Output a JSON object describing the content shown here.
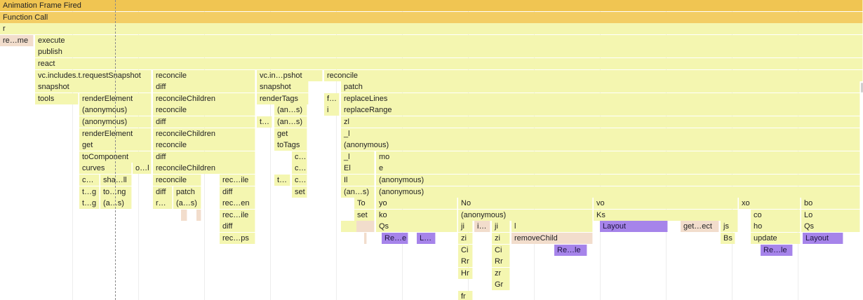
{
  "flame_chart": {
    "cursor_marker": true,
    "rows": [
      [
        {
          "t": "Animation Frame Fired",
          "s": 0,
          "e": 1230,
          "c": "header"
        }
      ],
      [
        {
          "t": "Function Call",
          "s": 0,
          "e": 1230,
          "c": "header2"
        }
      ],
      [
        {
          "t": "r",
          "s": 0,
          "e": 1230,
          "c": "yellow"
        }
      ],
      [
        {
          "t": "re…me",
          "s": 0,
          "e": 48,
          "c": "pink"
        },
        {
          "t": "execute",
          "s": 50,
          "e": 1230,
          "c": "yellow"
        }
      ],
      [
        {
          "t": "publish",
          "s": 50,
          "e": 1230,
          "c": "yellow"
        }
      ],
      [
        {
          "t": "react",
          "s": 50,
          "e": 1230,
          "c": "yellow"
        }
      ],
      [
        {
          "t": "vc.includes.t.requestSnapshot",
          "s": 50,
          "e": 216,
          "c": "yellow"
        },
        {
          "t": "reconcile",
          "s": 218,
          "e": 364,
          "c": "yellow"
        },
        {
          "t": "vc.in…pshot",
          "s": 366,
          "e": 460,
          "c": "yellow"
        },
        {
          "t": "reconcile",
          "s": 462,
          "e": 1230,
          "c": "yellow"
        }
      ],
      [
        {
          "t": "snapshot",
          "s": 50,
          "e": 216,
          "c": "yellow"
        },
        {
          "t": "diff",
          "s": 218,
          "e": 364,
          "c": "yellow"
        },
        {
          "t": "snapshot",
          "s": 366,
          "e": 440,
          "c": "yellow"
        },
        {
          "t": "patch",
          "s": 486,
          "e": 1226,
          "c": "yellow"
        }
      ],
      [
        {
          "t": "tools",
          "s": 50,
          "e": 112,
          "c": "yellow"
        },
        {
          "t": "renderElement",
          "s": 113,
          "e": 216,
          "c": "yellow"
        },
        {
          "t": "reconcileChildren",
          "s": 218,
          "e": 364,
          "c": "yellow"
        },
        {
          "t": "renderTags",
          "s": 366,
          "e": 440,
          "c": "yellow"
        },
        {
          "t": "f…",
          "s": 462,
          "e": 484,
          "c": "yellow"
        },
        {
          "t": "replaceLines",
          "s": 486,
          "e": 1226,
          "c": "yellow"
        }
      ],
      [
        {
          "t": "(anonymous)",
          "s": 113,
          "e": 216,
          "c": "yellow"
        },
        {
          "t": "reconcile",
          "s": 218,
          "e": 364,
          "c": "yellow"
        },
        {
          "t": "(an…s)",
          "s": 391,
          "e": 438,
          "c": "yellow"
        },
        {
          "t": "i",
          "s": 462,
          "e": 484,
          "c": "yellow"
        },
        {
          "t": "replaceRange",
          "s": 486,
          "e": 1226,
          "c": "yellow"
        }
      ],
      [
        {
          "t": "(anonymous)",
          "s": 113,
          "e": 216,
          "c": "yellow"
        },
        {
          "t": "diff",
          "s": 218,
          "e": 364,
          "c": "yellow"
        },
        {
          "t": "t…",
          "s": 366,
          "e": 388,
          "c": "yellow"
        },
        {
          "t": "(an…s)",
          "s": 391,
          "e": 438,
          "c": "yellow"
        },
        {
          "t": "zl",
          "s": 486,
          "e": 1226,
          "c": "yellow"
        }
      ],
      [
        {
          "t": "renderElement",
          "s": 113,
          "e": 216,
          "c": "yellow"
        },
        {
          "t": "reconcileChildren",
          "s": 218,
          "e": 364,
          "c": "yellow"
        },
        {
          "t": "get",
          "s": 391,
          "e": 438,
          "c": "yellow"
        },
        {
          "t": "_l",
          "s": 486,
          "e": 1226,
          "c": "yellow"
        }
      ],
      [
        {
          "t": "get",
          "s": 113,
          "e": 216,
          "c": "yellow"
        },
        {
          "t": "reconcile",
          "s": 218,
          "e": 364,
          "c": "yellow"
        },
        {
          "t": "toTags",
          "s": 391,
          "e": 438,
          "c": "yellow"
        },
        {
          "t": "(anonymous)",
          "s": 486,
          "e": 1226,
          "c": "yellow"
        }
      ],
      [
        {
          "t": "toComponent",
          "s": 113,
          "e": 216,
          "c": "yellow"
        },
        {
          "t": "diff",
          "s": 218,
          "e": 364,
          "c": "yellow"
        },
        {
          "t": "c…",
          "s": 416,
          "e": 438,
          "c": "yellow"
        },
        {
          "t": "_l",
          "s": 486,
          "e": 534,
          "c": "yellow"
        },
        {
          "t": "mo",
          "s": 536,
          "e": 1226,
          "c": "yellow"
        }
      ],
      [
        {
          "t": "curves",
          "s": 113,
          "e": 188,
          "c": "yellow"
        },
        {
          "t": "o…l",
          "s": 189,
          "e": 216,
          "c": "yellow"
        },
        {
          "t": "reconcileChildren",
          "s": 218,
          "e": 364,
          "c": "yellow"
        },
        {
          "t": "c…",
          "s": 416,
          "e": 438,
          "c": "yellow"
        },
        {
          "t": "El",
          "s": 486,
          "e": 534,
          "c": "yellow"
        },
        {
          "t": "e",
          "s": 536,
          "e": 1226,
          "c": "yellow"
        }
      ],
      [
        {
          "t": "c…",
          "s": 113,
          "e": 142,
          "c": "yellow"
        },
        {
          "t": "sha…ll",
          "s": 143,
          "e": 188,
          "c": "yellow"
        },
        {
          "t": "reconcile",
          "s": 218,
          "e": 287,
          "c": "yellow"
        },
        {
          "t": "rec…ile",
          "s": 313,
          "e": 364,
          "c": "yellow"
        },
        {
          "t": "t…",
          "s": 391,
          "e": 414,
          "c": "yellow"
        },
        {
          "t": "c…",
          "s": 416,
          "e": 438,
          "c": "yellow"
        },
        {
          "t": "Il",
          "s": 486,
          "e": 534,
          "c": "yellow"
        },
        {
          "t": "(anonymous)",
          "s": 536,
          "e": 1226,
          "c": "yellow"
        }
      ],
      [
        {
          "t": "t…g",
          "s": 113,
          "e": 142,
          "c": "yellow"
        },
        {
          "t": "to…ng",
          "s": 143,
          "e": 188,
          "c": "yellow"
        },
        {
          "t": "diff",
          "s": 218,
          "e": 246,
          "c": "yellow"
        },
        {
          "t": "patch",
          "s": 247,
          "e": 287,
          "c": "yellow"
        },
        {
          "t": "diff",
          "s": 313,
          "e": 364,
          "c": "yellow"
        },
        {
          "t": "set",
          "s": 416,
          "e": 438,
          "c": "yellow"
        },
        {
          "t": "(an…s)",
          "s": 486,
          "e": 534,
          "c": "yellow"
        },
        {
          "t": "(anonymous)",
          "s": 536,
          "e": 1226,
          "c": "yellow"
        }
      ],
      [
        {
          "t": "t…g",
          "s": 113,
          "e": 142,
          "c": "yellow"
        },
        {
          "t": "(a…s)",
          "s": 143,
          "e": 188,
          "c": "yellow"
        },
        {
          "t": "r…",
          "s": 218,
          "e": 246,
          "c": "yellow"
        },
        {
          "t": "(a…s)",
          "s": 247,
          "e": 287,
          "c": "yellow"
        },
        {
          "t": "rec…en",
          "s": 313,
          "e": 364,
          "c": "yellow"
        },
        {
          "t": "To",
          "s": 505,
          "e": 534,
          "c": "yellow"
        },
        {
          "t": "yo",
          "s": 536,
          "e": 652,
          "c": "yellow"
        },
        {
          "t": "No",
          "s": 653,
          "e": 845,
          "c": "yellow"
        },
        {
          "t": "vo",
          "s": 846,
          "e": 1052,
          "c": "yellow"
        },
        {
          "t": "xo",
          "s": 1053,
          "e": 1141,
          "c": "yellow"
        },
        {
          "t": "bo",
          "s": 1142,
          "e": 1226,
          "c": "yellow"
        }
      ],
      [
        {
          "t": "",
          "s": 258,
          "e": 267,
          "c": "pink"
        },
        {
          "t": "",
          "s": 280,
          "e": 287,
          "c": "pink"
        },
        {
          "t": "rec…ile",
          "s": 313,
          "e": 364,
          "c": "yellow"
        },
        {
          "t": "set",
          "s": 505,
          "e": 534,
          "c": "yellow"
        },
        {
          "t": "ko",
          "s": 536,
          "e": 652,
          "c": "yellow"
        },
        {
          "t": "(anonymous)",
          "s": 653,
          "e": 845,
          "c": "yellow"
        },
        {
          "t": "Ks",
          "s": 846,
          "e": 1052,
          "c": "yellow"
        },
        {
          "t": "co",
          "s": 1070,
          "e": 1141,
          "c": "yellow"
        },
        {
          "t": "Lo",
          "s": 1142,
          "e": 1226,
          "c": "yellow"
        }
      ],
      [
        {
          "t": "diff",
          "s": 313,
          "e": 364,
          "c": "yellow"
        },
        {
          "t": "",
          "s": 486,
          "e": 534,
          "c": "yellow"
        },
        {
          "t": "",
          "s": 508,
          "e": 534,
          "c": "pink"
        },
        {
          "t": "Qs",
          "s": 536,
          "e": 652,
          "c": "yellow"
        },
        {
          "t": "ji",
          "s": 653,
          "e": 674,
          "c": "yellow"
        },
        {
          "t": "i…",
          "s": 676,
          "e": 699,
          "c": "pink"
        },
        {
          "t": "ji",
          "s": 701,
          "e": 727,
          "c": "yellow"
        },
        {
          "t": "l",
          "s": 729,
          "e": 845,
          "c": "yellow"
        },
        {
          "t": "Layout",
          "s": 855,
          "e": 952,
          "c": "purple"
        },
        {
          "t": "get…ect",
          "s": 970,
          "e": 1025,
          "c": "pink"
        },
        {
          "t": "js",
          "s": 1027,
          "e": 1052,
          "c": "yellow"
        },
        {
          "t": "ho",
          "s": 1070,
          "e": 1141,
          "c": "yellow"
        },
        {
          "t": "Qs",
          "s": 1142,
          "e": 1226,
          "c": "yellow"
        }
      ],
      [
        {
          "t": "rec…ps",
          "s": 313,
          "e": 364,
          "c": "yellow"
        },
        {
          "t": "",
          "s": 519,
          "e": 523,
          "c": "pink"
        },
        {
          "t": "Re…e",
          "s": 544,
          "e": 582,
          "c": "purple"
        },
        {
          "t": "L…",
          "s": 594,
          "e": 621,
          "c": "purple"
        },
        {
          "t": "zi",
          "s": 653,
          "e": 674,
          "c": "yellow"
        },
        {
          "t": "zi",
          "s": 701,
          "e": 727,
          "c": "yellow"
        },
        {
          "t": "removeChild",
          "s": 729,
          "e": 845,
          "c": "pink"
        },
        {
          "t": "Bs",
          "s": 1027,
          "e": 1048,
          "c": "yellow"
        },
        {
          "t": "update",
          "s": 1070,
          "e": 1141,
          "c": "yellow"
        },
        {
          "t": "Layout",
          "s": 1144,
          "e": 1202,
          "c": "purple"
        }
      ],
      [
        {
          "t": "Ci",
          "s": 653,
          "e": 674,
          "c": "yellow"
        },
        {
          "t": "Ci",
          "s": 701,
          "e": 727,
          "c": "yellow"
        },
        {
          "t": "Re…le",
          "s": 790,
          "e": 837,
          "c": "purple"
        },
        {
          "t": "Re…le",
          "s": 1084,
          "e": 1130,
          "c": "purple"
        }
      ],
      [
        {
          "t": "Rr",
          "s": 653,
          "e": 674,
          "c": "yellow"
        },
        {
          "t": "Rr",
          "s": 701,
          "e": 727,
          "c": "yellow"
        }
      ],
      [
        {
          "t": "Hr",
          "s": 653,
          "e": 674,
          "c": "yellow"
        },
        {
          "t": "zr",
          "s": 701,
          "e": 727,
          "c": "yellow"
        }
      ],
      [
        {
          "t": "Gr",
          "s": 701,
          "e": 727,
          "c": "yellow"
        }
      ],
      [
        {
          "t": "fr",
          "s": 653,
          "e": 674,
          "c": "yellow"
        }
      ]
    ]
  }
}
